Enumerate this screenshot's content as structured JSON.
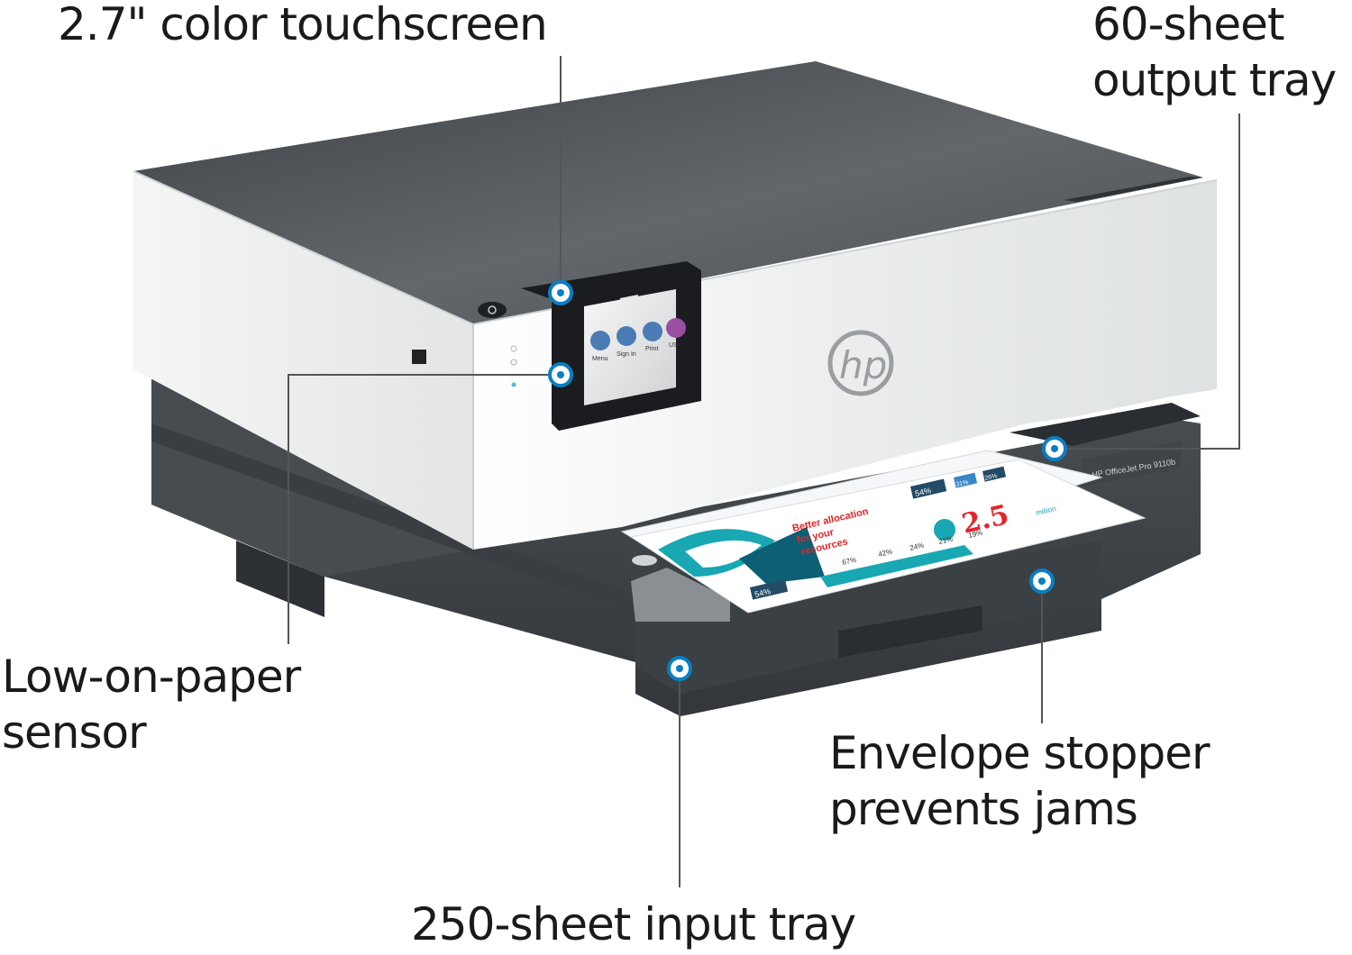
{
  "callouts": {
    "touchscreen": {
      "line1": "2.7\" color touchscreen"
    },
    "output_tray": {
      "line1": "60-sheet",
      "line2": "output tray"
    },
    "low_paper": {
      "line1": "Low-on-paper",
      "line2": "sensor"
    },
    "envelope": {
      "line1": "Envelope stopper",
      "line2": "prevents jams"
    },
    "input_tray": {
      "line1": "250-sheet input tray"
    }
  },
  "screen": {
    "icons": [
      "Menu",
      "Sign In",
      "Print",
      "US"
    ]
  },
  "printer": {
    "brand": "hp",
    "model_plate": "HP OfficeJet Pro 9110b"
  },
  "paper": {
    "headline_lines": [
      "Better allocation",
      "for your",
      "resources"
    ],
    "big_number": "2.5",
    "big_number_suffix": "million",
    "stat_tags": [
      "54%",
      "31%",
      "26%"
    ],
    "bar_labels": [
      "67%",
      "42%",
      "24%",
      "21%",
      "19%"
    ],
    "corner_tag": "54%"
  },
  "colors": {
    "callout_dot": "#0a7fc3",
    "leader_line": "#555555",
    "top_panel": "#5b5f63",
    "body_white": "#f2f3f3",
    "base_dark": "#3d4247",
    "teal": "#19a7b3",
    "red": "#e0262a"
  }
}
